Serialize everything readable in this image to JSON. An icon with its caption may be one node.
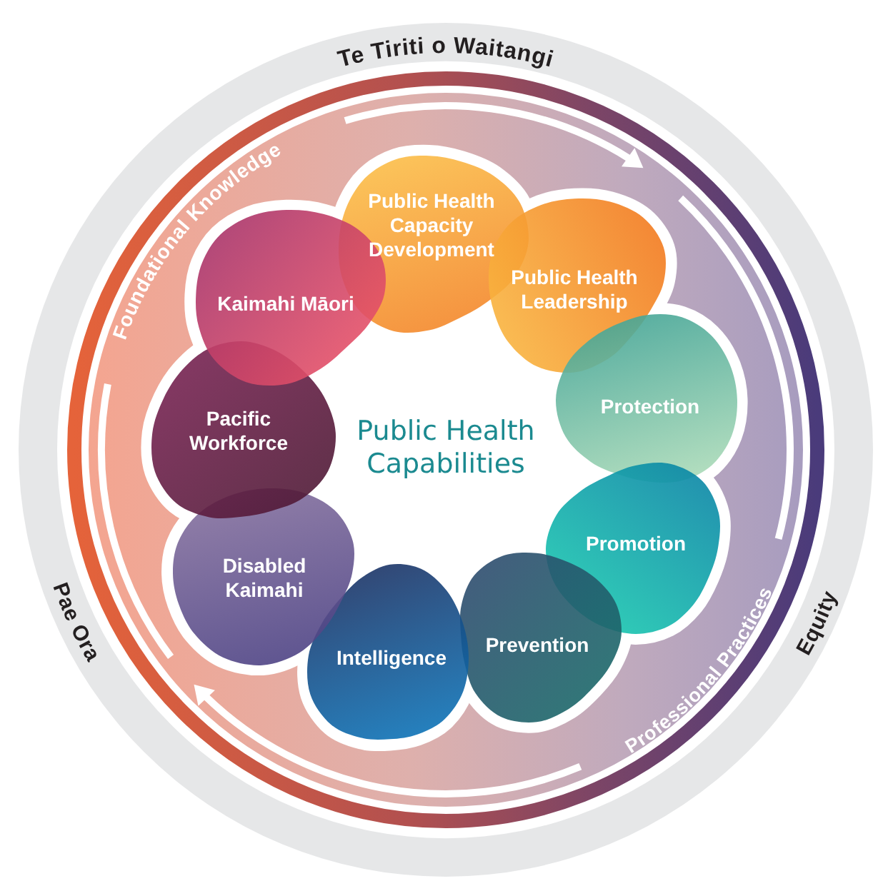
{
  "diagram": {
    "nodes": [
      {
        "text": [
          "Te Tiriti o Waitangi",
          "Pae Ora",
          "Equity"
        ]
      },
      {
        "text": [
          "Foundational Knowledge",
          "Professional Practices"
        ],
        "in": 0
      },
      {
        "text": [
          "Public Health Capacity Development"
        ],
        "in": 1
      },
      {
        "text": [
          "Public Health Leadership"
        ],
        "in": 1
      },
      {
        "text": [
          "Protection"
        ],
        "in": 1
      },
      {
        "text": [
          "Promotion"
        ],
        "in": 1
      },
      {
        "text": [
          "Prevention"
        ],
        "in": 1
      },
      {
        "text": [
          "Intelligence"
        ],
        "in": 1
      },
      {
        "text": [
          "Disabled Kaimahi"
        ],
        "in": 1
      },
      {
        "text": [
          "Pacific Workforce"
        ],
        "in": 1
      },
      {
        "text": [
          "Kaimahi Māori"
        ],
        "in": 1
      }
    ],
    "labels": [
      "Public Health Capabilities"
    ]
  }
}
